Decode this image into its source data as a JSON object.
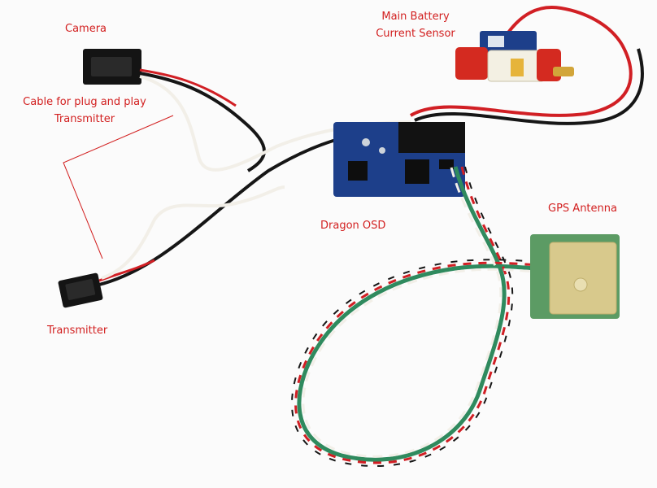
{
  "labels": {
    "camera": "Camera",
    "main_battery_line1": "Main Battery",
    "main_battery_line2": "Current Sensor",
    "cable_line1": "Cable for plug and play",
    "cable_line2": "Transmitter",
    "dragon_osd": "Dragon OSD",
    "gps_antenna": "GPS Antenna",
    "transmitter": "Transmitter"
  },
  "colors": {
    "label": "#d21f1f",
    "wire_red": "#d11f24",
    "wire_black": "#161616",
    "wire_white": "#f2efe8",
    "wire_green": "#2f8a5e",
    "pcb_blue": "#1d3f8a",
    "connector_red": "#d42a20",
    "gps_gold": "#d8c98c"
  }
}
